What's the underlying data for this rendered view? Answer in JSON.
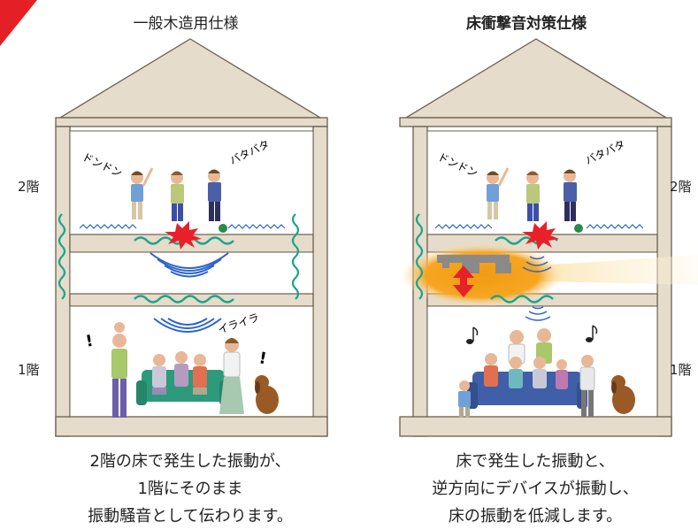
{
  "left": {
    "title": "一般木造用仕様",
    "upper_floor": "2階",
    "lower_floor": "1階",
    "sound_upper": "ドンドン",
    "sound_upper_2": "バタバタ",
    "annoyance": "イライラ",
    "exclaim": "!",
    "caption": [
      "2階の床で発生した振動が、",
      "1階にそのまま",
      "振動騒音として伝わります。"
    ]
  },
  "right": {
    "title": "床衝撃音対策仕様",
    "upper_floor": "2階",
    "lower_floor": "1階",
    "sound_upper": "ドンドン",
    "sound_upper_2": "バタバタ",
    "caption": [
      "床で発生した振動と、",
      "逆方向にデバイスが振動し、",
      "床の振動を低減します。"
    ]
  },
  "colors": {
    "wall_fill": "#e5dccb",
    "wall_stroke": "#6b5f4e",
    "wave_green": "#1fa38a",
    "wave_blue": "#2d64c8",
    "impact_red": "#e8202a",
    "device_glow": "#f6a623",
    "sofa_left": "#2e9a7c",
    "sofa_right": "#3f5fa8"
  },
  "icons": [
    "corner-red-triangle-icon",
    "impact-burst-icon",
    "sound-wave-icon",
    "double-arrow-icon",
    "music-note-icon",
    "dog-icon"
  ]
}
